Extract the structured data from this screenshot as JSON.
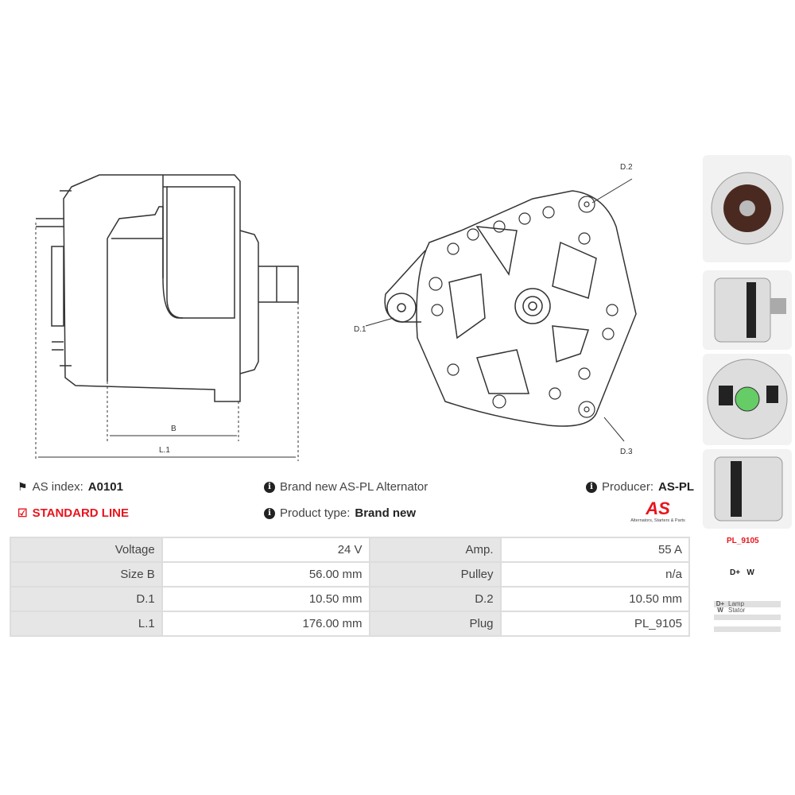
{
  "labels": {
    "d1": "D.1",
    "d2": "D.2",
    "d3": "D.3",
    "b": "B",
    "l1": "L.1"
  },
  "info": {
    "as_index_label": "AS index:",
    "as_index": "A0101",
    "line": "STANDARD LINE",
    "description": "Brand new AS-PL Alternator",
    "product_type_label": "Product type:",
    "product_type": "Brand new",
    "producer_label": "Producer:",
    "producer": "AS-PL"
  },
  "logo": {
    "text": "AS",
    "tagline": "Alternators, Starters & Parts"
  },
  "specs": [
    {
      "l1": "Voltage",
      "v1": "24 V",
      "l2": "Amp.",
      "v2": "55 A"
    },
    {
      "l1": "Size B",
      "v1": "56.00 mm",
      "l2": "Pulley",
      "v2": "n/a"
    },
    {
      "l1": "D.1",
      "v1": "10.50 mm",
      "l2": "D.2",
      "v2": "10.50 mm"
    },
    {
      "l1": "L.1",
      "v1": "176.00 mm",
      "l2": "Plug",
      "v2": "PL_9105"
    }
  ],
  "plug": {
    "name": "PL_9105",
    "terminals": "D+   W",
    "legend": [
      {
        "t": "D+",
        "d": "Lamp"
      },
      {
        "t": "W",
        "d": "Stator"
      }
    ]
  },
  "colors": {
    "accent": "#e8141c"
  }
}
